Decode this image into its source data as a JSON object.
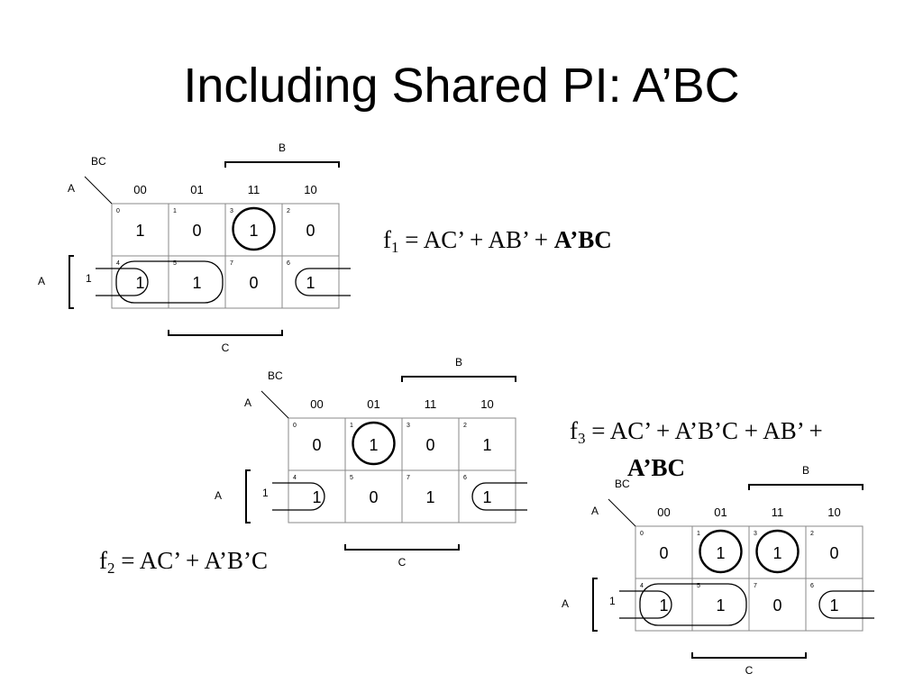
{
  "slide": {
    "title": "Including Shared PI: A’BC"
  },
  "kmap_labels": {
    "row_var": "A",
    "col_var": "BC",
    "col_headers": [
      "00",
      "01",
      "11",
      "10"
    ],
    "row_headers": [
      "",
      "1"
    ],
    "b_brace": "B",
    "a_brace": "A",
    "c_brace": "C"
  },
  "cell_indices": [
    [
      "0",
      "1",
      "3",
      "2"
    ],
    [
      "4",
      "5",
      "7",
      "6"
    ]
  ],
  "kmaps": [
    {
      "id": "f1",
      "values": [
        [
          "1",
          "0",
          "1",
          "0"
        ],
        [
          "1",
          "1",
          "0",
          "1"
        ]
      ],
      "groupings": [
        "circle around cell 3",
        "loop around cells 4 and 5",
        "wrap-around loop cells 4 and 6"
      ]
    },
    {
      "id": "f2",
      "values": [
        [
          "0",
          "1",
          "0",
          "1"
        ],
        [
          "1",
          "0",
          "1",
          "1"
        ]
      ],
      "groupings": [
        "circle around cell 1",
        "wrap-around loop cells 4 and 6"
      ]
    },
    {
      "id": "f3",
      "values": [
        [
          "0",
          "1",
          "1",
          "0"
        ],
        [
          "1",
          "1",
          "0",
          "1"
        ]
      ],
      "groupings": [
        "circle around cell 1",
        "circle around cell 3",
        "loop around cells 4 and 5",
        "wrap-around loop cells 4 and 6"
      ]
    }
  ],
  "equations": {
    "f1": {
      "lhs": "f",
      "sub": "1",
      "rhs": " = AC’ + AB’ + ",
      "bold": "A’BC"
    },
    "f2": {
      "lhs": "f",
      "sub": "2",
      "rhs": " = AC’ + A’B’C"
    },
    "f3": {
      "lhs": "f",
      "sub": "3",
      "rhs": " = AC’ + A’B’C + AB’ +",
      "bold": "A’BC"
    }
  }
}
